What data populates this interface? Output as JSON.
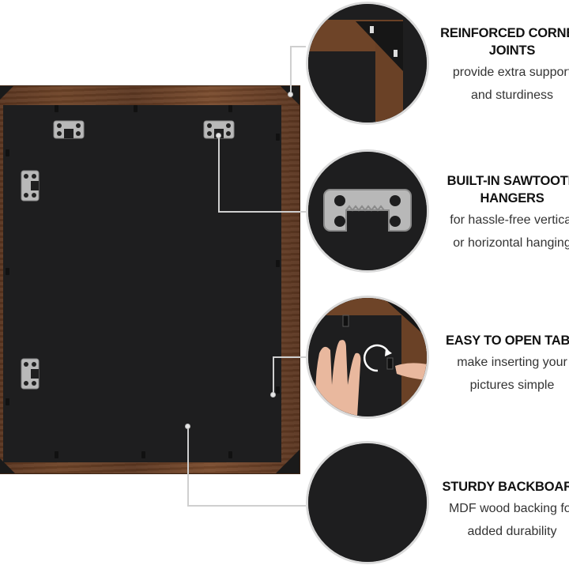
{
  "features": [
    {
      "title_line1": "REINFORCED CORNER",
      "title_line2": "JOINTS",
      "desc_line1": "provide extra support",
      "desc_line2": "and sturdiness",
      "icon": "corner-joint-icon"
    },
    {
      "title_line1": "BUILT-IN SAWTOOTH",
      "title_line2": "HANGERS",
      "desc_line1": "for hassle-free vertical",
      "desc_line2": "or horizontal hanging",
      "icon": "sawtooth-hanger-icon"
    },
    {
      "title_line1": "EASY TO OPEN TABS",
      "title_line2": "",
      "desc_line1": "make inserting your",
      "desc_line2": "pictures simple",
      "icon": "rotate-arrow-icon"
    },
    {
      "title_line1": "STURDY BACKBOARD",
      "title_line2": "",
      "desc_line1": "MDF wood backing for",
      "desc_line2": "added durability",
      "icon": "backboard-icon"
    }
  ],
  "colors": {
    "wood": "#6e4428",
    "backboard": "#1e1e1f",
    "accent_line": "#cfcfcf"
  }
}
